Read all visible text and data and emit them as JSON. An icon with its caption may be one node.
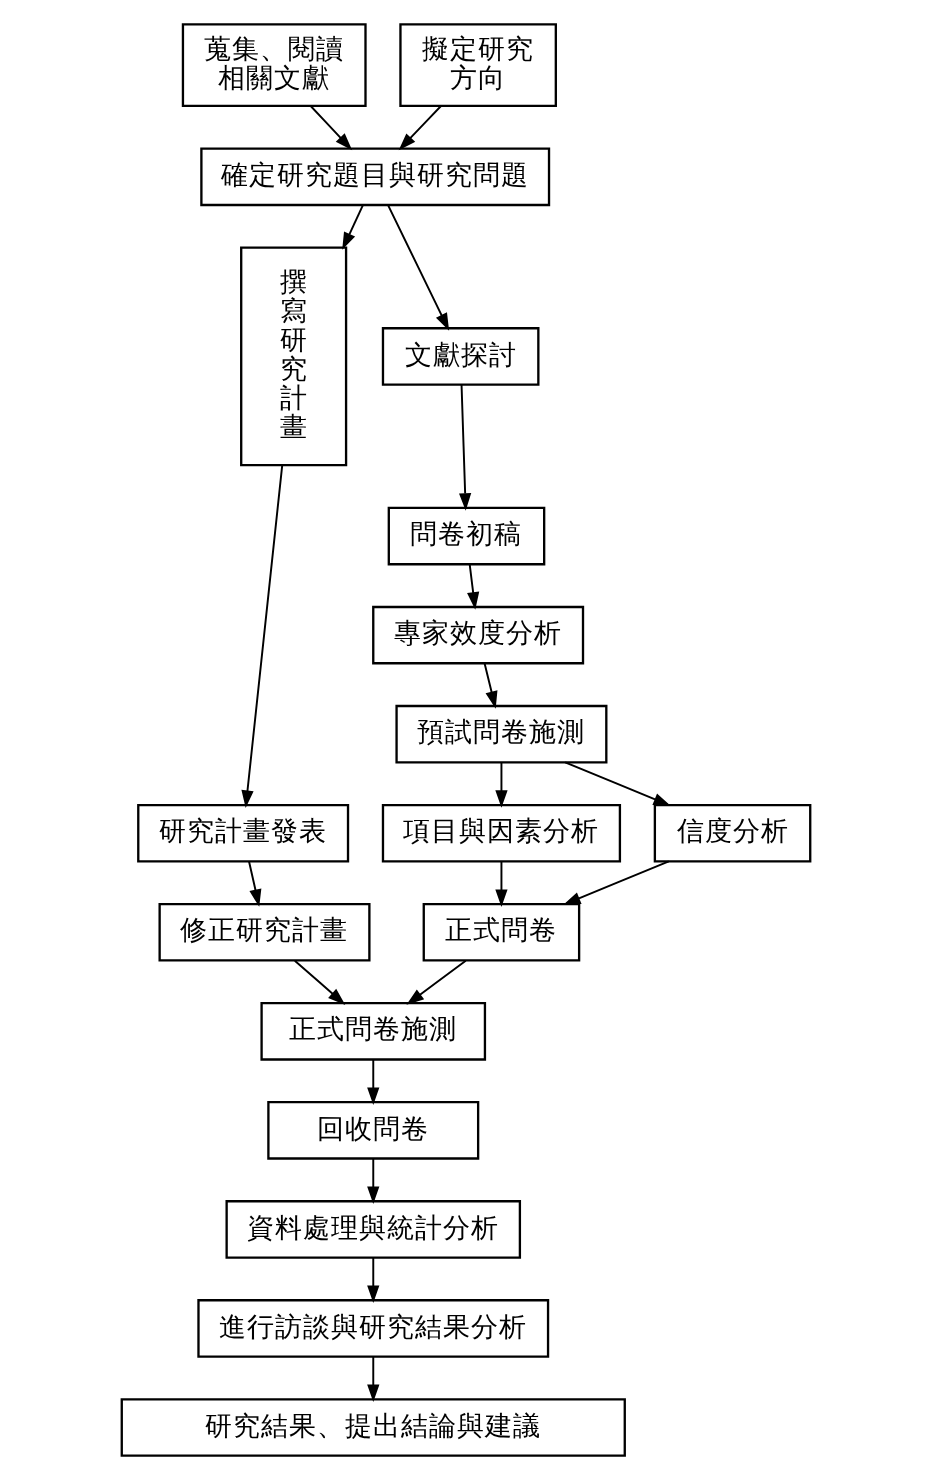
{
  "diagram": {
    "nodes": [
      {
        "text": [
          "蒐集、閱讀相關文獻"
        ]
      },
      {
        "text": [
          "擬定研究方向"
        ]
      },
      {
        "text": [
          "確定研究題目與研究問題"
        ]
      },
      {
        "text": [
          "撰寫研究計畫"
        ]
      },
      {
        "text": [
          "文獻探討"
        ]
      },
      {
        "text": [
          "問卷初稿"
        ]
      },
      {
        "text": [
          "專家效度分析"
        ]
      },
      {
        "text": [
          "預試問卷施測"
        ]
      },
      {
        "text": [
          "研究計畫發表"
        ]
      },
      {
        "text": [
          "項目與因素分析"
        ]
      },
      {
        "text": [
          "信度分析"
        ]
      },
      {
        "text": [
          "修正研究計畫"
        ]
      },
      {
        "text": [
          "正式問卷"
        ]
      },
      {
        "text": [
          "正式問卷施測"
        ]
      },
      {
        "text": [
          "回收問卷"
        ]
      },
      {
        "text": [
          "資料處理與統計分析"
        ]
      },
      {
        "text": [
          "進行訪談與研究結果分析"
        ]
      },
      {
        "text": [
          "研究結果、提出結論與建議"
        ]
      }
    ],
    "edges": [
      {
        "from": 0,
        "to": 2,
        "arrow": "to"
      },
      {
        "from": 1,
        "to": 2,
        "arrow": "to"
      },
      {
        "from": 2,
        "to": 3,
        "arrow": "to"
      },
      {
        "from": 2,
        "to": 4,
        "arrow": "to"
      },
      {
        "from": 4,
        "to": 5,
        "arrow": "to"
      },
      {
        "from": 5,
        "to": 6,
        "arrow": "to"
      },
      {
        "from": 6,
        "to": 7,
        "arrow": "to"
      },
      {
        "from": 3,
        "to": 8,
        "arrow": "to"
      },
      {
        "from": 7,
        "to": 9,
        "arrow": "to"
      },
      {
        "from": 7,
        "to": 10,
        "arrow": "to"
      },
      {
        "from": 8,
        "to": 11,
        "arrow": "to"
      },
      {
        "from": 9,
        "to": 12,
        "arrow": "to"
      },
      {
        "from": 10,
        "to": 12,
        "arrow": "to"
      },
      {
        "from": 11,
        "to": 13,
        "arrow": "to"
      },
      {
        "from": 12,
        "to": 13,
        "arrow": "to"
      },
      {
        "from": 13,
        "to": 14,
        "arrow": "to"
      },
      {
        "from": 14,
        "to": 15,
        "arrow": "to"
      },
      {
        "from": 15,
        "to": 16,
        "arrow": "to"
      },
      {
        "from": 16,
        "to": 17,
        "arrow": "to"
      }
    ]
  }
}
